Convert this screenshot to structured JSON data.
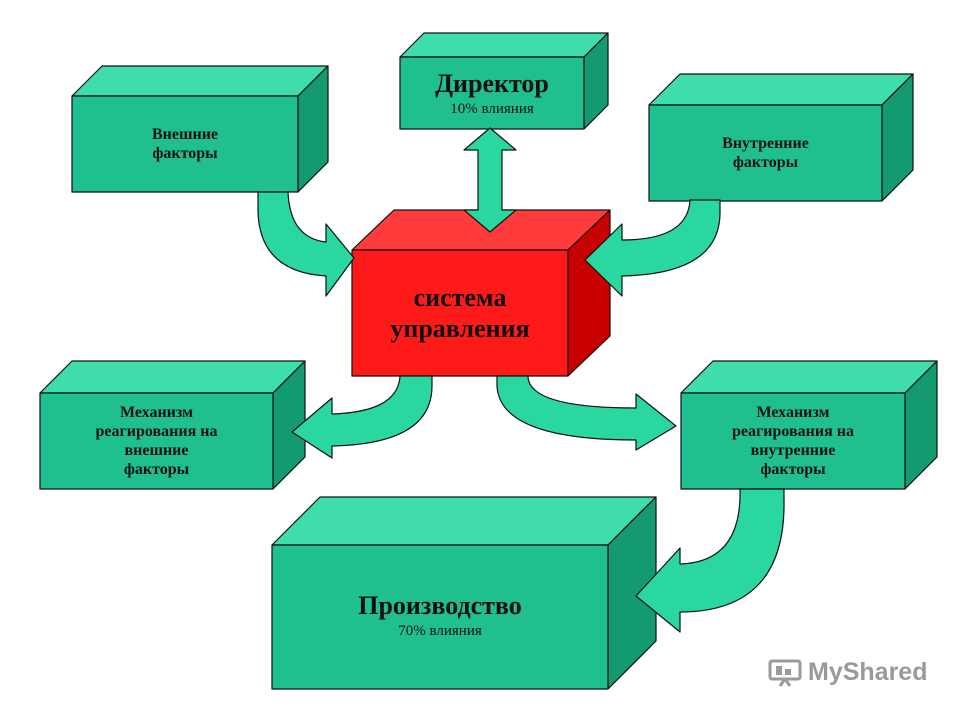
{
  "colors": {
    "box_front": "#1fbf8f",
    "box_top": "#3fdcac",
    "box_side": "#139a70",
    "center_front": "#ff1a1a",
    "center_top": "#ff3b3b",
    "center_side": "#c80000",
    "arrow": "#2ad7a0",
    "outline": "#111111",
    "watermark": "#9a9a9a"
  },
  "boxes": {
    "external_factors": {
      "line1": "Внешние",
      "line2": "факторы"
    },
    "director": {
      "title": "Директор",
      "subtitle": "10% влияния"
    },
    "internal_factors": {
      "line1": "Внутренние",
      "line2": "факторы"
    },
    "control_system": {
      "line1": "система",
      "line2": "управления"
    },
    "external_mechanism": {
      "line1": "Механизм",
      "line2": "реагирования  на",
      "line3": "внешние",
      "line4": "факторы"
    },
    "internal_mechanism": {
      "line1": "Механизм",
      "line2": "реагирования  на",
      "line3": "внутренние",
      "line4": "факторы"
    },
    "production": {
      "title": "Производство",
      "subtitle": "70%  влияния"
    }
  },
  "watermark": {
    "text": "MyShared",
    "icon": "presentation-icon"
  }
}
